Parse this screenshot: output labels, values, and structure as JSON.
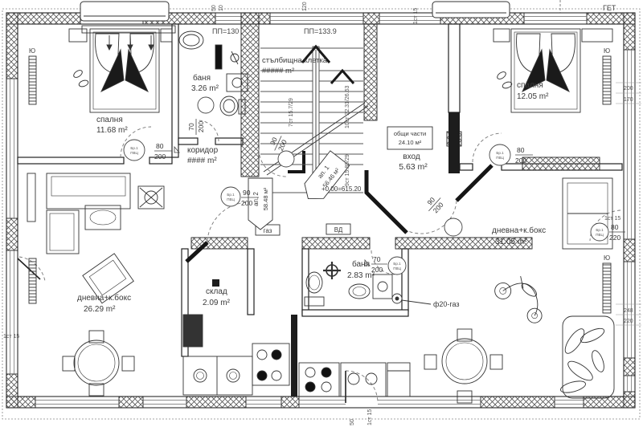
{
  "plan": {
    "levels": {
      "pp_left": "ПП=130",
      "pp_right": "ПП=133.9",
      "elevation": "+0.00=615.20",
      "get": "ГЕТ"
    },
    "rooms": {
      "bedroom_left": {
        "name": "спалня",
        "area": "11.68 m²"
      },
      "bath_left": {
        "name": "баня",
        "area": "3.26 m²"
      },
      "corridor": {
        "name": "коридор",
        "area": "#### m²"
      },
      "living_left": {
        "name": "дневна+к.бокс",
        "area": "26.29 m²"
      },
      "storage": {
        "name": "склад",
        "area": "2.09 m²"
      },
      "staircase": {
        "name": "стълбищна клетка",
        "area": "##### m²"
      },
      "common": {
        "name": "общи части",
        "area": "24.10 м²"
      },
      "entry": {
        "name": "вход",
        "area": "5.63 m²"
      },
      "bedroom_right": {
        "name": "спалня",
        "area": "12.05 m²"
      },
      "bath_right": {
        "name": "баня",
        "area": "2.83 m²"
      },
      "living_right": {
        "name": "дневна+к.бокс",
        "area": "31.05 m²"
      }
    },
    "apartments": {
      "ap1": {
        "name": "ап. 1",
        "area": "56.46 м²"
      },
      "ap2": {
        "name": "ап. 2",
        "area": "58.48 м²"
      }
    },
    "stairs": {
      "flight_left": "7ст 15.7/29",
      "flight_right_up": "10ст 22.31/26.63",
      "flight_right_down": "9ст 15.89/29"
    },
    "doors": {
      "d1": {
        "w": "80",
        "h": "200"
      },
      "d2": {
        "w": "90",
        "h": "200"
      },
      "d3": {
        "w": "70",
        "h": "200"
      },
      "d4": {
        "w": "70",
        "h": "200"
      },
      "d5": {
        "w": "80",
        "h": "200"
      },
      "d6": {
        "w": "90",
        "h": "200"
      },
      "d7": {
        "w": "80",
        "h": "220"
      },
      "d8": {
        "w": "90",
        "h": "200"
      }
    },
    "annotations": {
      "gas": "газ",
      "gas_pipe": "ф20-газ",
      "duct": "ВД",
      "south": "Ю",
      "door_mark1": "Бр.1",
      "door_mark2": "ПВЦ"
    },
    "dims": {
      "top_50": "50",
      "top_10": "10",
      "top_120": "120",
      "top_1st15": "1ст 15",
      "right_200": "200",
      "right_170": "170",
      "right_1st15": "1ст 15",
      "right_248": "248",
      "right_220": "220",
      "bottom_1st15": "1ст 15",
      "bottom_50": "50",
      "left_1st15": "1ст 15"
    }
  }
}
